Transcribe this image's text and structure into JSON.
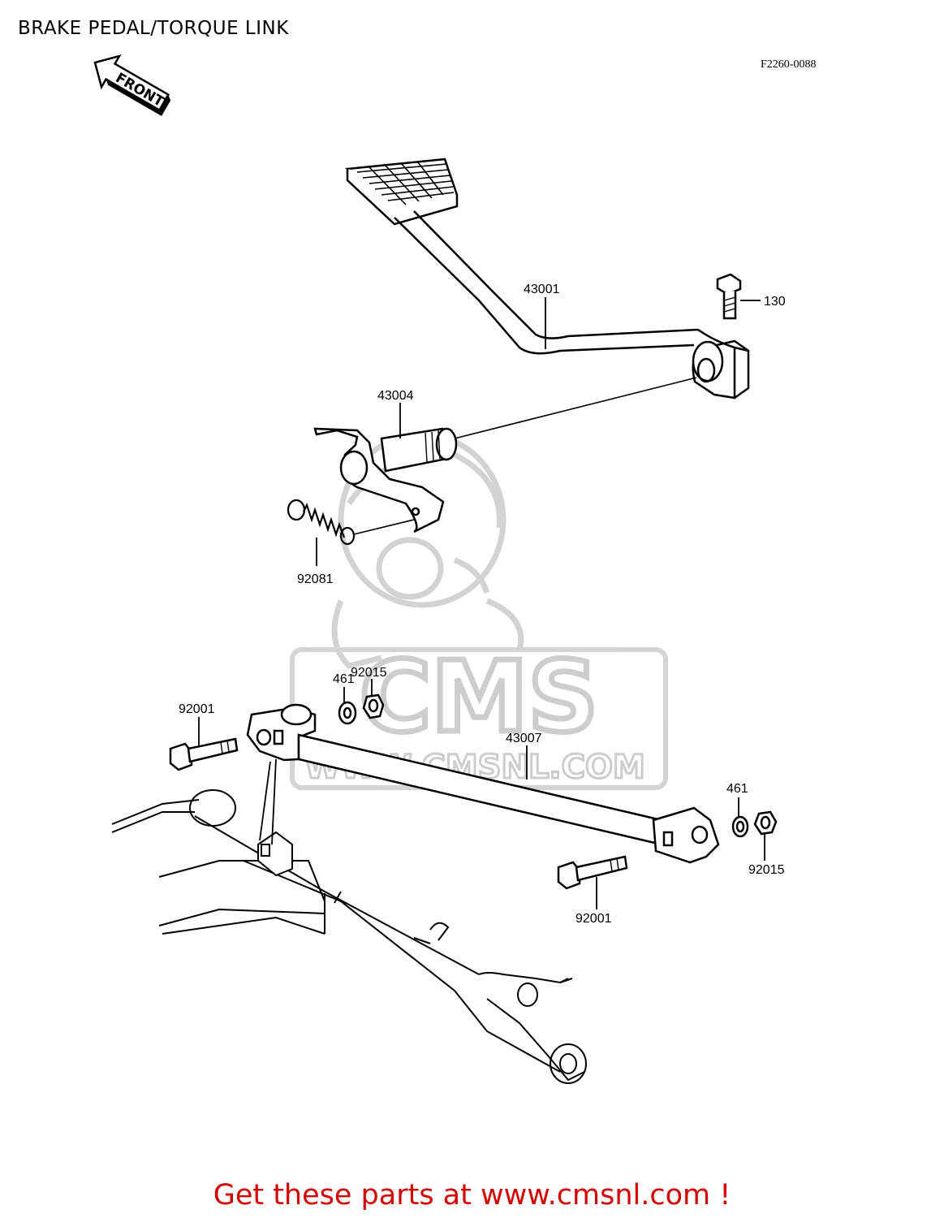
{
  "header": {
    "title": "BRAKE PEDAL/TORQUE LINK",
    "ref_code": "F2260-0088"
  },
  "arrow": {
    "label": "FRONT"
  },
  "watermark": {
    "brand": "CMS",
    "site": "WWW.CMSNL.COM"
  },
  "parts": [
    {
      "id": "43001"
    },
    {
      "id": "130"
    },
    {
      "id": "43004"
    },
    {
      "id": "92081"
    },
    {
      "id": "92015"
    },
    {
      "id": "461"
    },
    {
      "id": "92001"
    },
    {
      "id": "43007"
    },
    {
      "id": "461"
    },
    {
      "id": "92015"
    },
    {
      "id": "92001"
    }
  ],
  "footer": {
    "cta": "Get these parts at www.cmsnl.com !"
  },
  "colors": {
    "footer_text": "#d40000",
    "watermark": "#c8c8c8",
    "line": "#000000"
  }
}
